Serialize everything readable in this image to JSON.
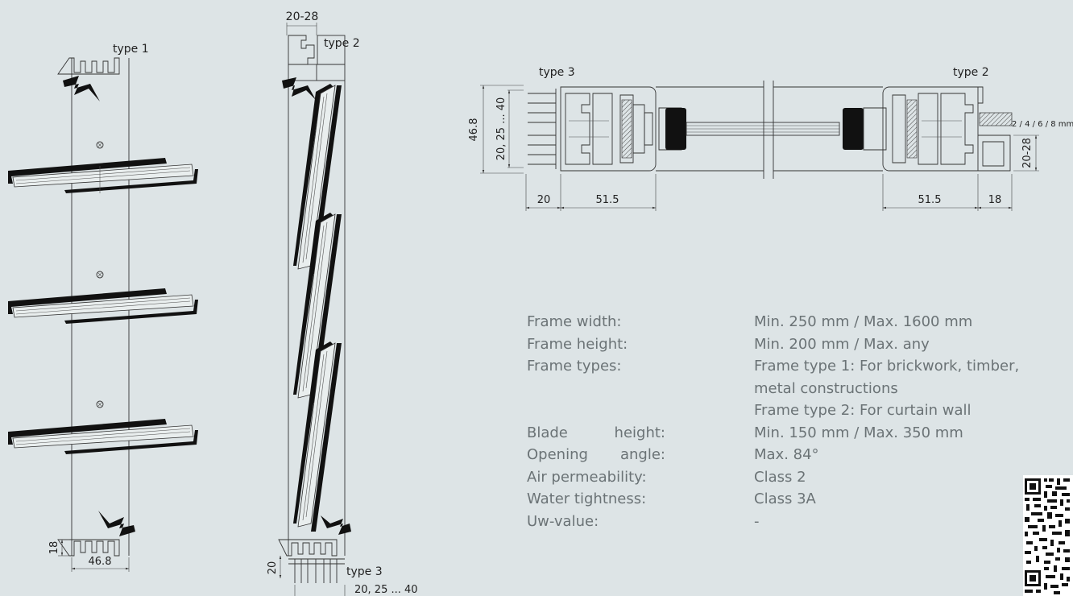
{
  "labels": {
    "type1": "type 1",
    "type2_vertical": "type 2",
    "type3_vertical": "type 3",
    "type3_section": "type 3",
    "type2_section": "type 2"
  },
  "dimensions": {
    "d_20_28_top": "20-28",
    "d_18_bottom": "18",
    "d_46_8_bottom": "46.8",
    "d_20_side": "20",
    "d_20_25_40_bottom": "20, 25 ... 40",
    "d_46_8_section": "46.8",
    "d_20_25_40_section": "20, 25 ... 40",
    "d_20_left": "20",
    "d_51_5_left": "51.5",
    "d_51_5_right": "51.5",
    "d_18_right": "18",
    "d_glass": "2 / 4 / 6 / 8 mm",
    "d_20_28_right": "20-28"
  },
  "specs": [
    {
      "label": "Frame width:",
      "value": "Min. 250 mm / Max. 1600 mm"
    },
    {
      "label": "Frame height:",
      "value": "Min. 200 mm / Max. any"
    },
    {
      "label": "Frame types:",
      "value": "Frame type 1: For brickwork, timber,"
    },
    {
      "label": "",
      "value": "metal constructions"
    },
    {
      "label": "",
      "value": "Frame type 2: For curtain wall"
    },
    {
      "label": "Blade height:",
      "value": "Min. 150 mm / Max. 350 mm"
    },
    {
      "label": "Opening angle:",
      "value": "Max. 84°"
    },
    {
      "label": "Air permeability:",
      "value": "Class 2"
    },
    {
      "label": "Water tightness:",
      "value": "Class 3A"
    },
    {
      "label": "Uw-value:",
      "value": "-"
    }
  ]
}
